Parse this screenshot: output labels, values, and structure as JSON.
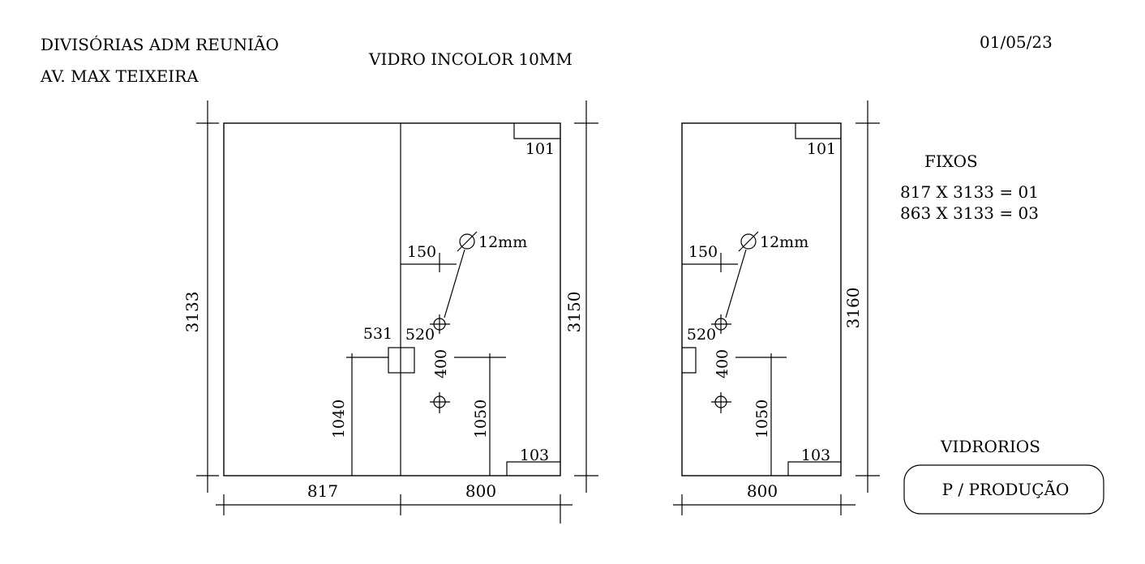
{
  "header": {
    "title": "DIVISÓRIAS ADM   REUNIÃO",
    "address": "AV. MAX TEIXEIRA",
    "material": "VIDRO INCOLOR 10MM",
    "date": "01/05/23"
  },
  "panel_left": {
    "height_left": "3133",
    "height_right": "3150",
    "width_a": "817",
    "width_b": "800",
    "corner_top": "101",
    "corner_bottom": "103",
    "hole_offset": "150",
    "hole_diameter": "12mm",
    "lock_dim": "531",
    "hole_height": "520",
    "hole_spacing": "400",
    "lock_height": "1040",
    "handle_height": "1050"
  },
  "panel_right": {
    "height_right": "3160",
    "width": "800",
    "corner_top": "101",
    "corner_bottom": "103",
    "hole_offset": "150",
    "hole_diameter": "12mm",
    "hole_height": "520",
    "hole_spacing": "400",
    "handle_height": "1050"
  },
  "fixed_list": {
    "title": "FIXOS",
    "items": [
      "817 X 3133 = 01",
      "863 X 3133 = 03"
    ]
  },
  "stamp": {
    "supplier": "VIDRORIOS",
    "label": "P / PRODUÇÃO"
  }
}
